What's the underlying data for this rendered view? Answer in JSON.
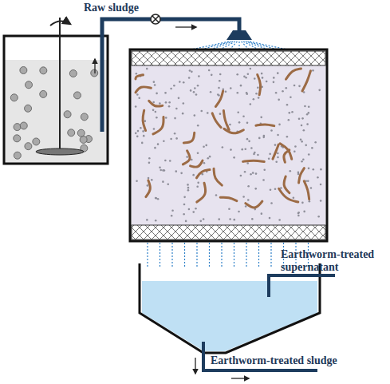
{
  "diagram": {
    "labels": [
      "Raw sludge",
      "Earthworm-treated supernatant",
      "Earthworm-treated sludge"
    ]
  }
}
